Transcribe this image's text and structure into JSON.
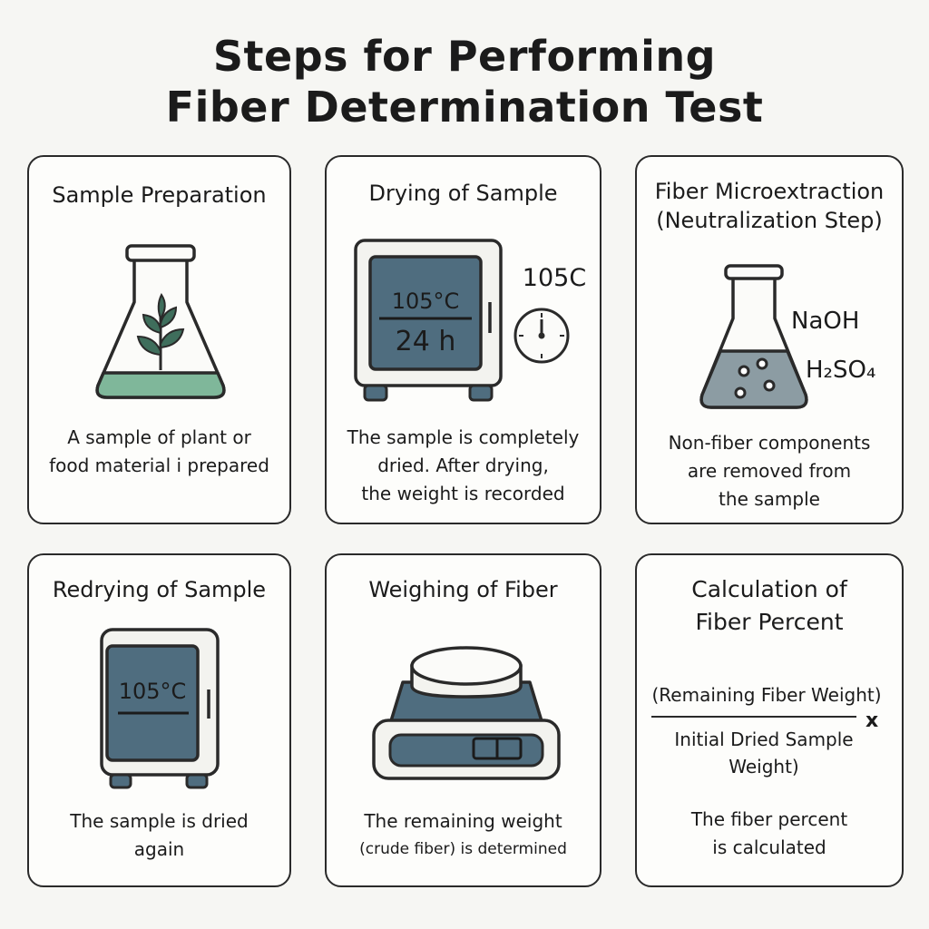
{
  "title": {
    "line1": "Steps for Performing",
    "line2": "Fiber Determination Test"
  },
  "colors": {
    "screen": "#4f6d7f",
    "liquid": "#7fb79a",
    "outline": "#2a2a2a",
    "panel": "#f3f3ef"
  },
  "steps": [
    {
      "title": [
        "Sample Preparation"
      ],
      "icon": "flask-with-plant-icon",
      "description": [
        "A sample of plant or",
        "food material i prepared"
      ]
    },
    {
      "title": [
        "Drying of Sample"
      ],
      "icon": "oven-icon",
      "display_temp": "105°C",
      "display_time": "24 h",
      "side_temp": "105C",
      "description": [
        "The sample is completely",
        "dried. After drying,",
        "the weight is recorded"
      ]
    },
    {
      "title": [
        "Fiber Microextraction",
        "(Neutralization Step)"
      ],
      "icon": "flask-with-solution-icon",
      "reagent1": "NaOH",
      "reagent2": "H₂SO₄",
      "description": [
        "Non-fiber components",
        "are removed from",
        "the sample"
      ]
    },
    {
      "title": [
        "Redrying of Sample"
      ],
      "icon": "drying-cabinet-icon",
      "display_temp": "105°C",
      "description": [
        "The sample is dried",
        "again"
      ]
    },
    {
      "title": [
        "Weighing of Fiber"
      ],
      "icon": "scale-icon",
      "description": [
        "The remaining weight",
        "(crude fiber) is determined"
      ]
    },
    {
      "title": [
        "Calculation of",
        "Fiber Percent"
      ],
      "icon": "",
      "formula_numerator": "(Remaining Fiber Weight)",
      "formula_denominator": [
        "Initial Dried Sample",
        "Weight)"
      ],
      "formula_operator": "x",
      "description": [
        "The fiber percent",
        "is calculated"
      ]
    }
  ]
}
